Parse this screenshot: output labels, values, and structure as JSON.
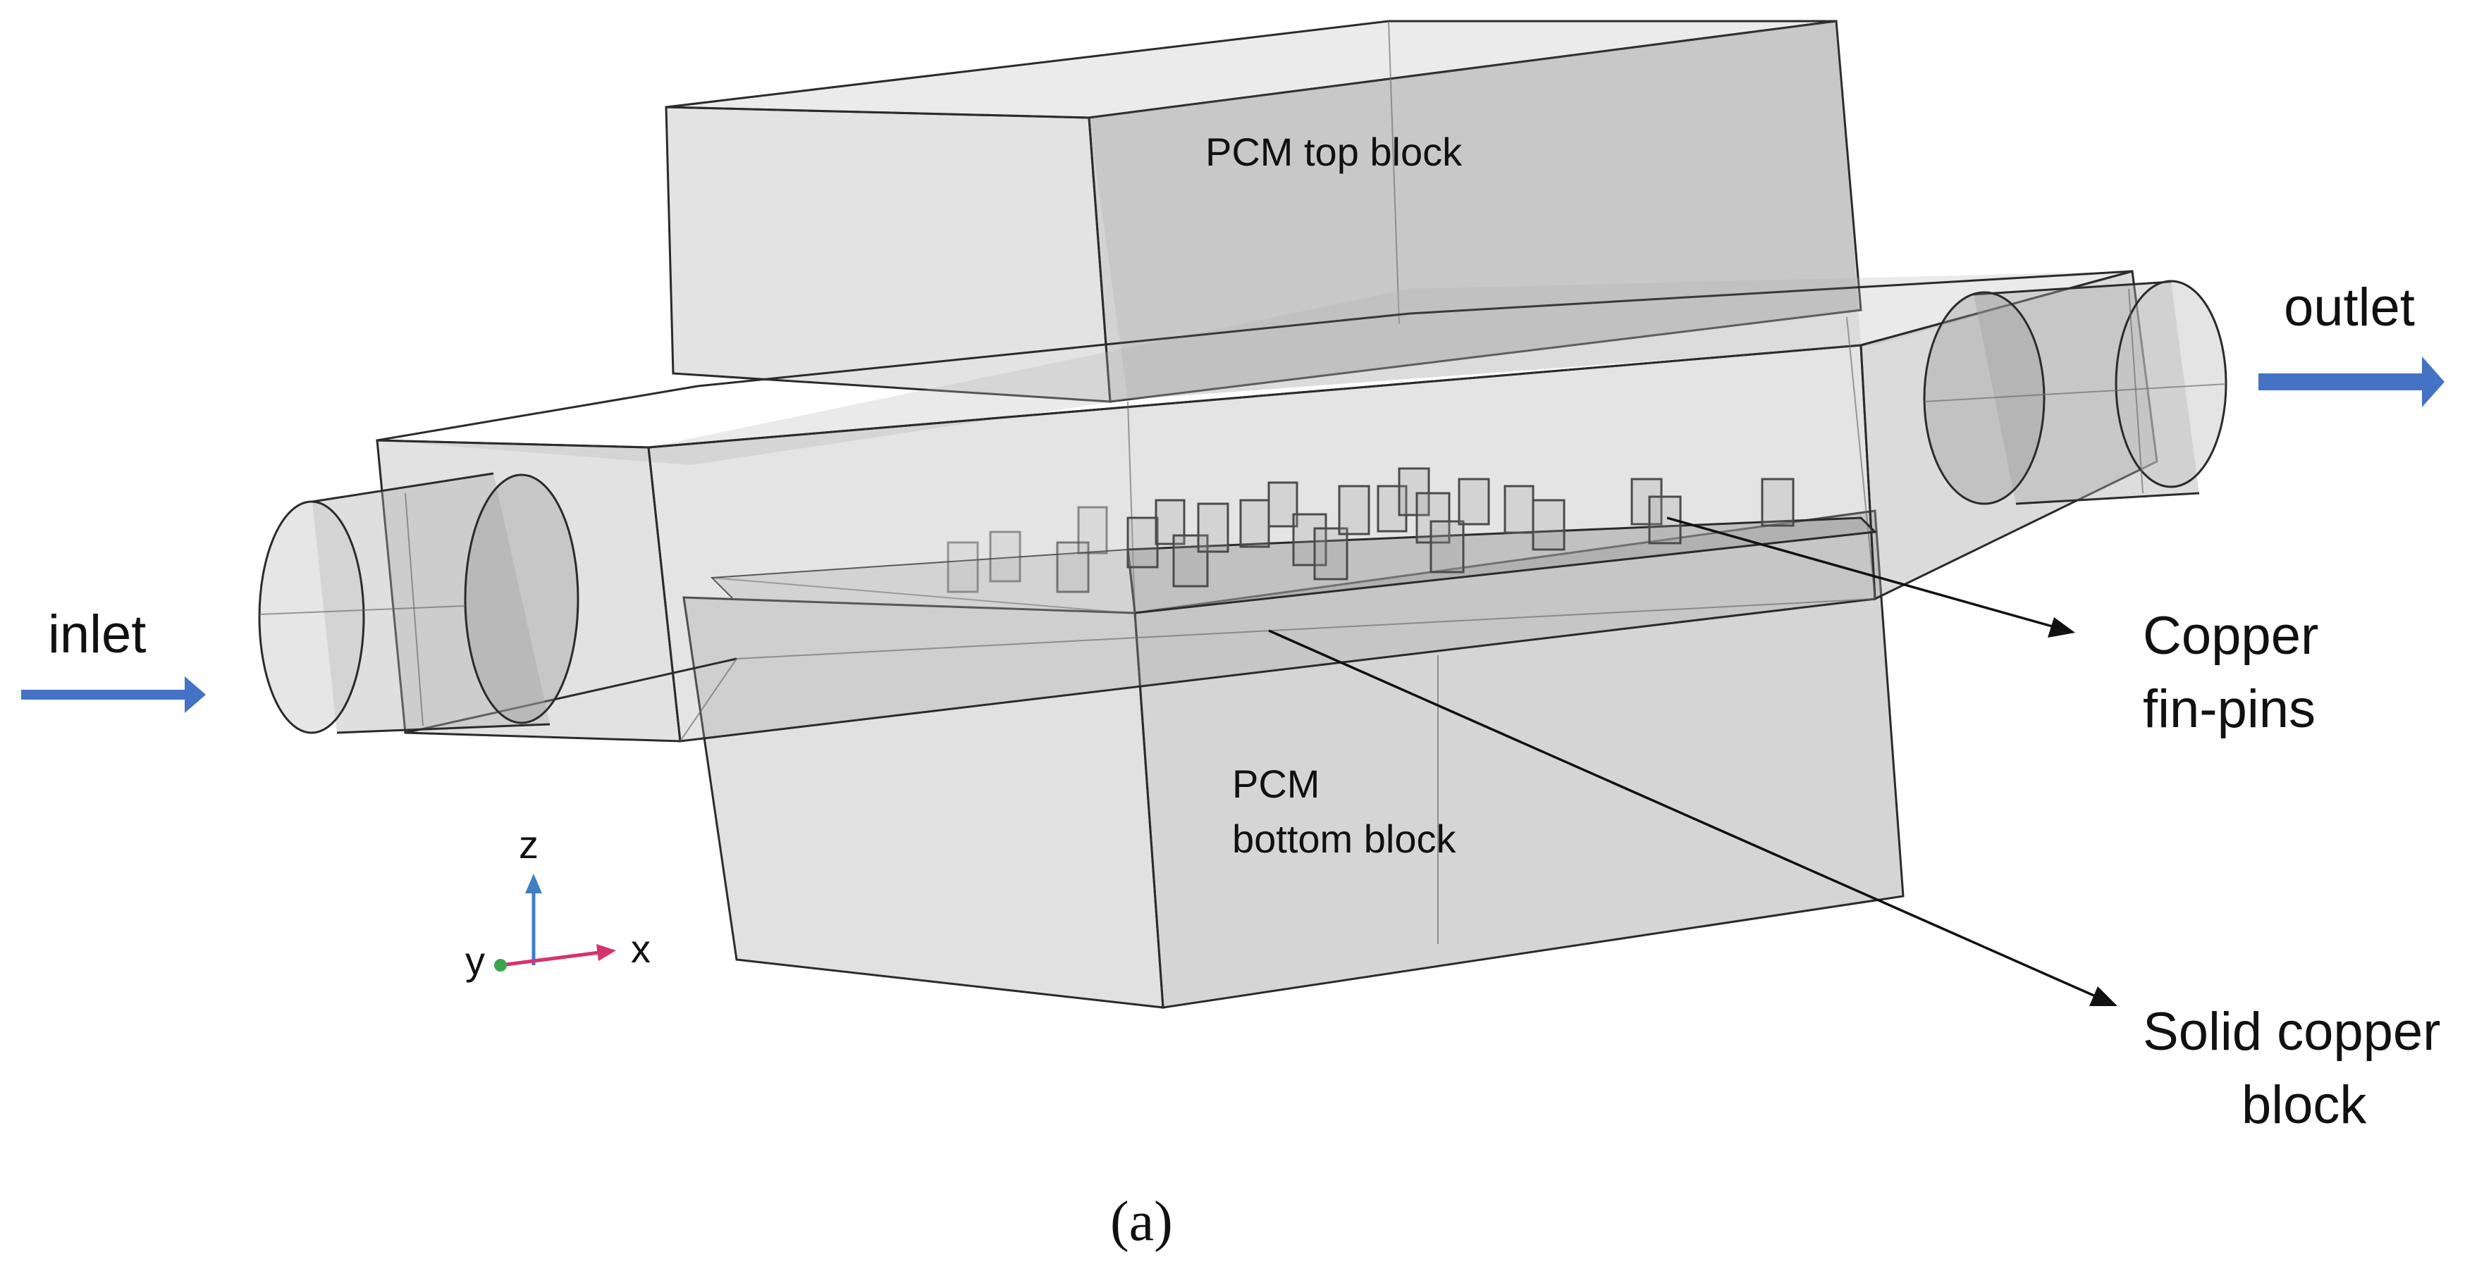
{
  "labels": {
    "inlet": "inlet",
    "outlet": "outlet",
    "pcm_top": "PCM top block",
    "pcm_bottom_line1": "PCM",
    "pcm_bottom_line2": "bottom block",
    "copper_pins_line1": "Copper",
    "copper_pins_line2": "fin-pins",
    "solid_block_line1": "Solid copper",
    "solid_block_line2": "block",
    "caption": "(a)"
  },
  "axes": {
    "z": "z",
    "y": "y",
    "x": "x"
  },
  "colors": {
    "flow_arrow": "#4472c4",
    "axis_z": "#3f7fbf",
    "axis_x": "#d6336c",
    "axis_y": "#3aa64a",
    "body_fill": "#c8c8c8"
  }
}
